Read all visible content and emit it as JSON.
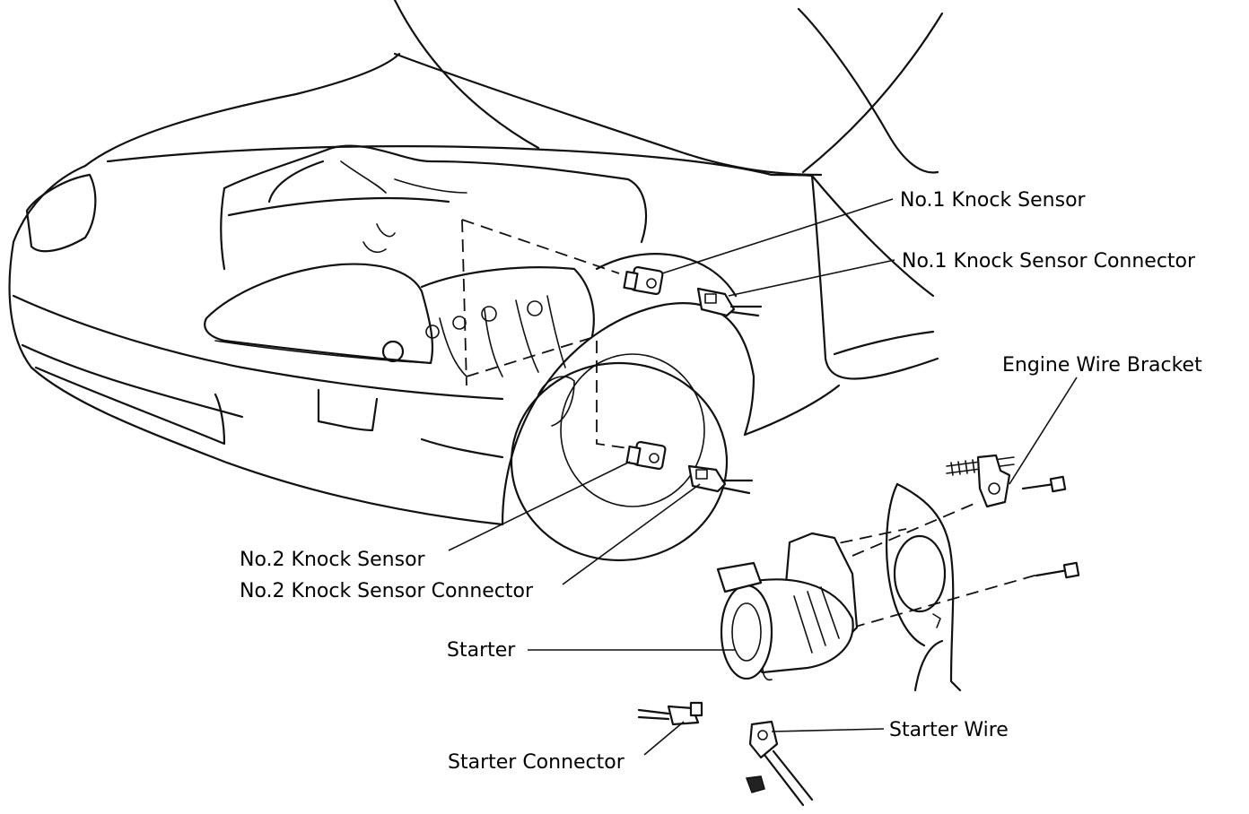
{
  "labels": {
    "no1_knock_sensor": "No.1 Knock Sensor",
    "no1_knock_sensor_connector": "No.1 Knock Sensor Connector",
    "engine_wire_bracket": "Engine Wire Bracket",
    "no2_knock_sensor": "No.2 Knock Sensor",
    "no2_knock_sensor_connector": "No.2 Knock Sensor Connector",
    "starter": "Starter",
    "starter_wire": "Starter Wire",
    "starter_connector": "Starter Connector"
  }
}
